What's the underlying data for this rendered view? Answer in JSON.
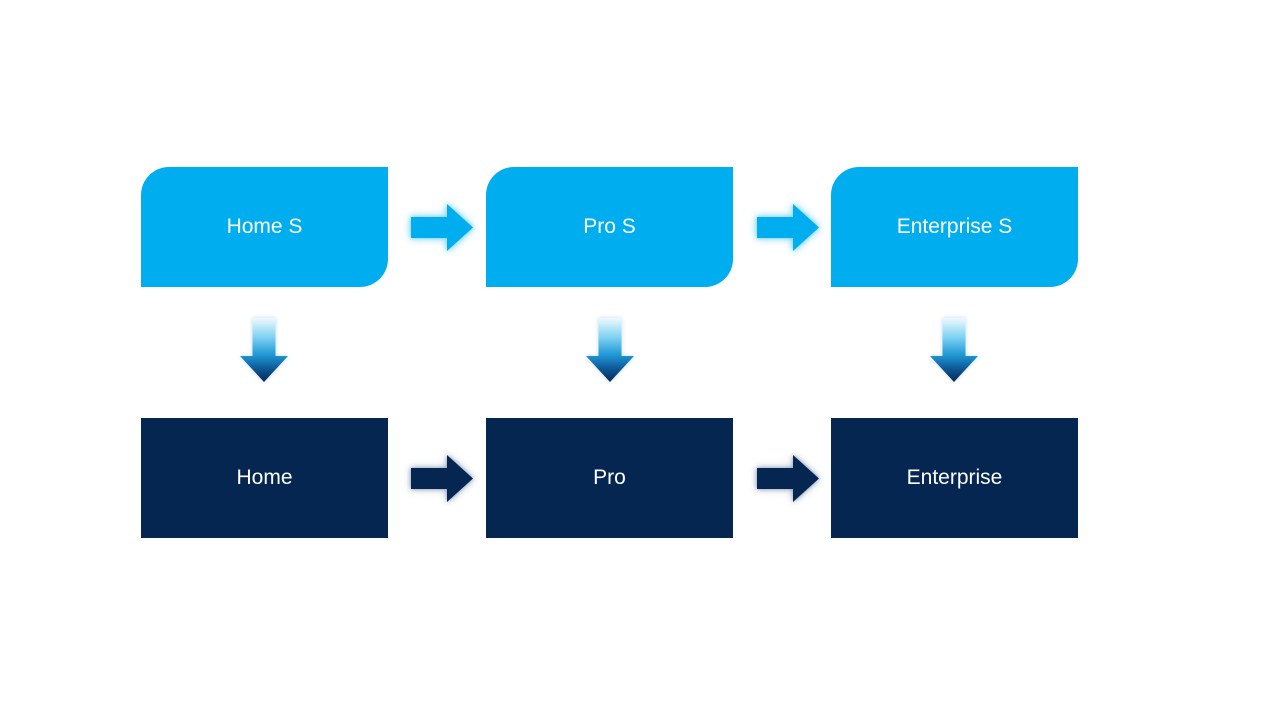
{
  "colors": {
    "background": "#ffffff",
    "light_blue": "#00aeef",
    "navy": "#042650",
    "text": "#ffffff",
    "down_gradient": [
      "#f0f9fe",
      "#7fd2f3",
      "#1d97d4",
      "#0d5693",
      "#052a56"
    ]
  },
  "diagram": {
    "top_row": [
      {
        "label": "Home S"
      },
      {
        "label": "Pro S"
      },
      {
        "label": "Enterprise S"
      }
    ],
    "bottom_row": [
      {
        "label": "Home"
      },
      {
        "label": "Pro"
      },
      {
        "label": "Enterprise"
      }
    ]
  }
}
